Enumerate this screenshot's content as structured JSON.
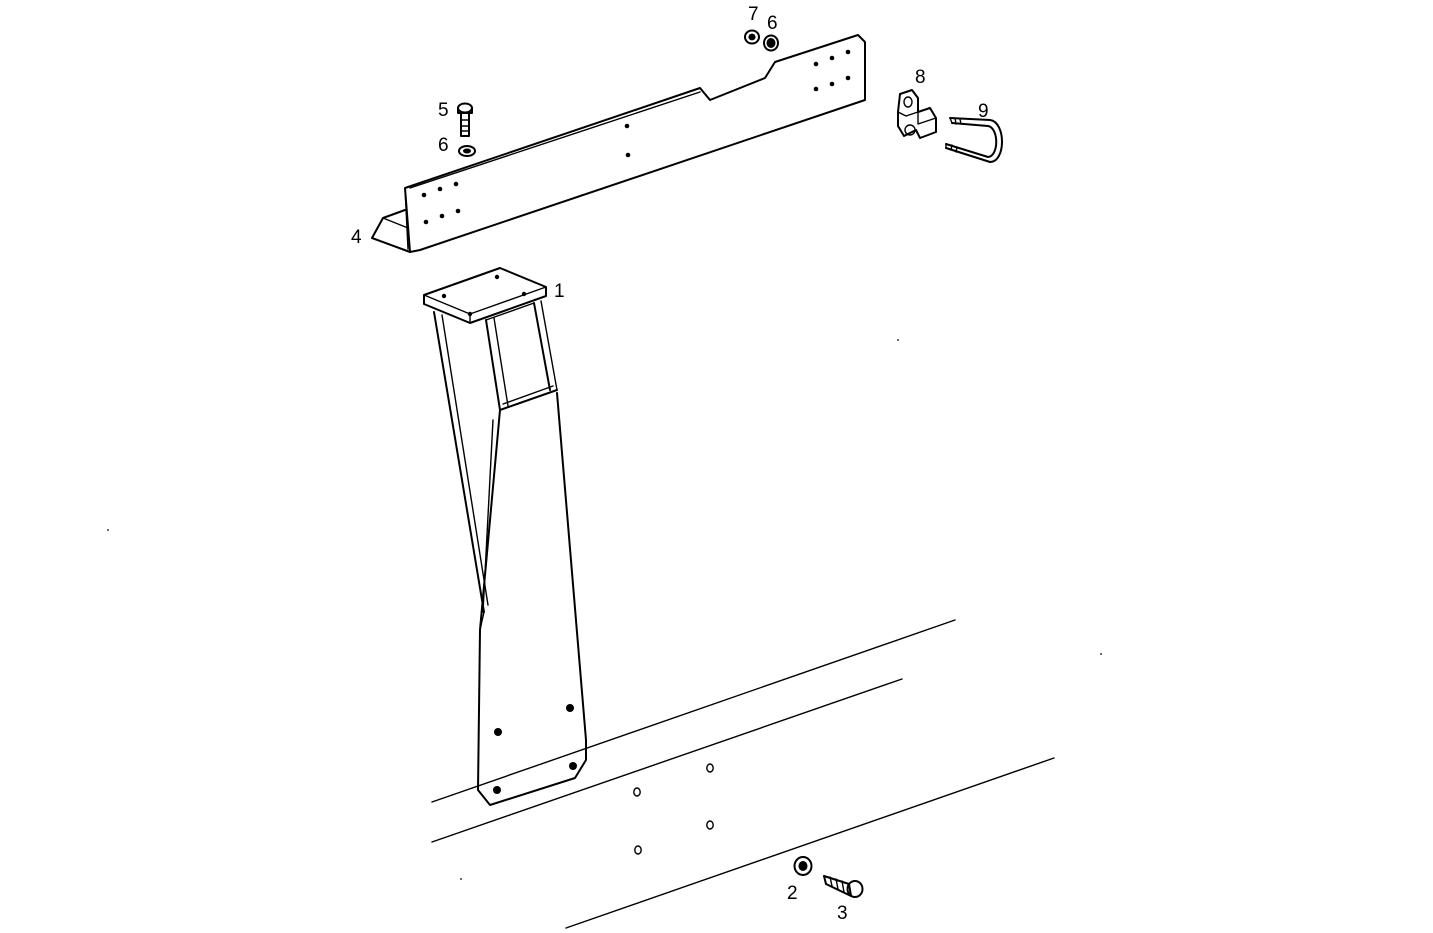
{
  "callouts": {
    "c1": "1",
    "c2": "2",
    "c3": "3",
    "c4": "4",
    "c5": "5",
    "c6a": "6",
    "c6b": "6",
    "c7": "7",
    "c8": "8",
    "c9": "9"
  },
  "colors": {
    "line": "#000000",
    "background": "#ffffff"
  }
}
